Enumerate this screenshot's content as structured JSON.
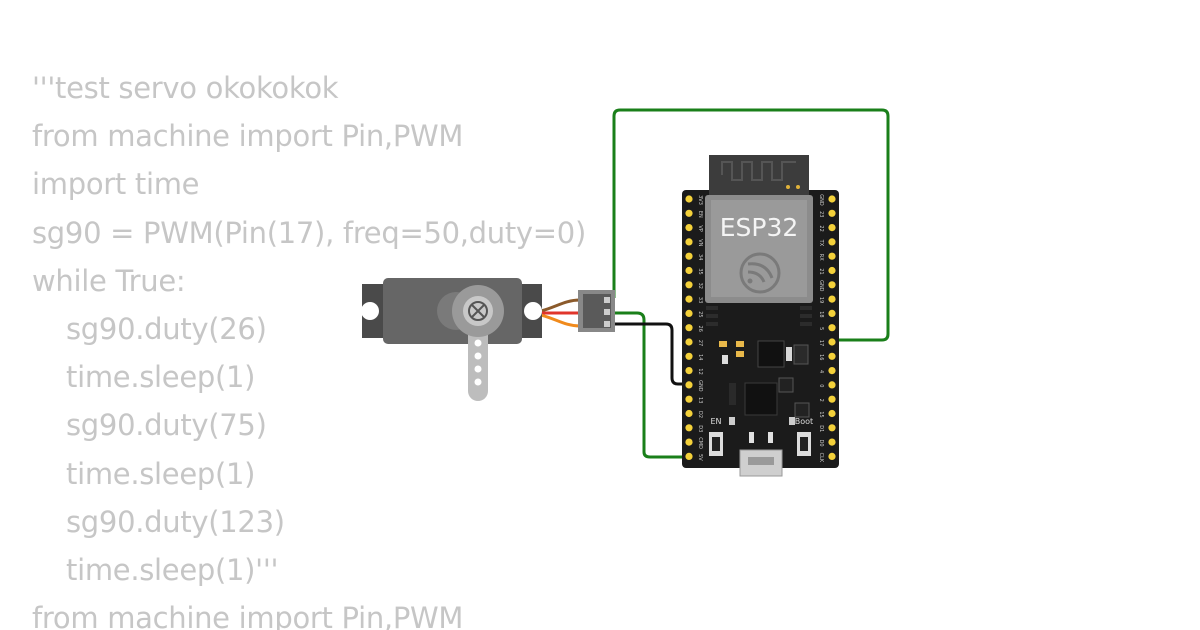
{
  "code_lines": [
    {
      "text": "'''test servo okokokok",
      "indent": false
    },
    {
      "text": "from machine import Pin,PWM",
      "indent": false
    },
    {
      "text": "import time",
      "indent": false
    },
    {
      "text": "sg90 = PWM(Pin(17), freq=50,duty=0)",
      "indent": false
    },
    {
      "text": "while True:",
      "indent": false
    },
    {
      "text": "sg90.duty(26)",
      "indent": true
    },
    {
      "text": "time.sleep(1)",
      "indent": true
    },
    {
      "text": "sg90.duty(75)",
      "indent": true
    },
    {
      "text": "time.sleep(1)",
      "indent": true
    },
    {
      "text": "sg90.duty(123)",
      "indent": true
    },
    {
      "text": "time.sleep(1)'''",
      "indent": true
    },
    {
      "text": "from machine import Pin,PWM",
      "indent": false
    }
  ],
  "board": {
    "label": "ESP32",
    "left_pins": [
      "3V3",
      "EN",
      "VP",
      "VN",
      "34",
      "35",
      "32",
      "33",
      "25",
      "26",
      "27",
      "14",
      "12",
      "GND",
      "13",
      "D2",
      "D3",
      "CMD",
      "5V"
    ],
    "right_pins": [
      "GND",
      "23",
      "22",
      "TX",
      "RX",
      "21",
      "GND",
      "19",
      "18",
      "5",
      "17",
      "16",
      "4",
      "0",
      "2",
      "15",
      "D1",
      "D0",
      "CLK"
    ],
    "button_en": "EN",
    "button_boot": "Boot"
  },
  "colors": {
    "code_text": "#c6c6c6",
    "wire_signal": "#1a7f1a",
    "wire_ground": "#111111",
    "servo_body": "#666666",
    "board_pcb": "#1b1b1b",
    "pin_gold": "#f4d13a"
  }
}
